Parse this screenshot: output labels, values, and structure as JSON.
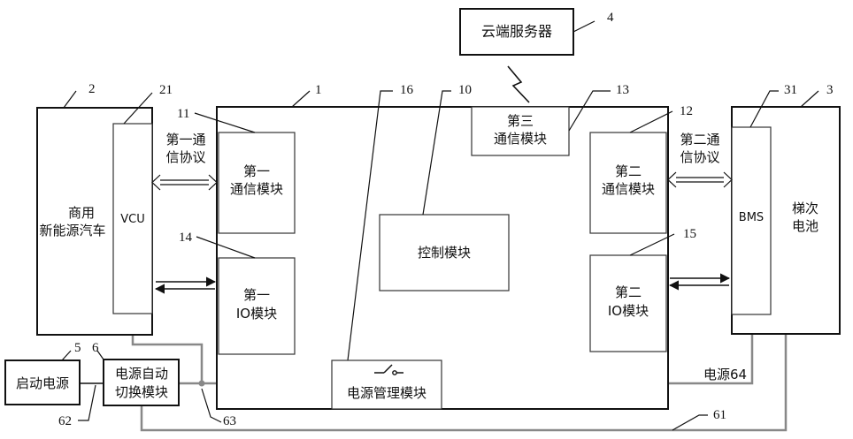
{
  "cloud_server": {
    "label": "云端服务器",
    "num": "4"
  },
  "vehicle": {
    "line1": "商用",
    "line2": "新能源汽车",
    "num": "2"
  },
  "vcu": {
    "label": "VCU",
    "num": "21"
  },
  "main_unit": {
    "num": "1"
  },
  "comm1": {
    "line1": "第一",
    "line2": "通信模块",
    "num": "11"
  },
  "io1": {
    "line1": "第一",
    "line2": "IO模块",
    "num": "14"
  },
  "comm3": {
    "line1": "第三",
    "line2": "通信模块",
    "num": "13"
  },
  "control": {
    "label": "控制模块",
    "num": "10"
  },
  "comm2": {
    "line1": "第二",
    "line2": "通信模块",
    "num": "12"
  },
  "io2": {
    "line1": "第二",
    "line2": "IO模块",
    "num": "15"
  },
  "power_mgmt": {
    "label": "电源管理模块",
    "num": "16"
  },
  "battery": {
    "line1": "梯次",
    "line2": "电池",
    "num": "3"
  },
  "bms": {
    "label": "BMS",
    "num": "31"
  },
  "start_power": {
    "label": "启动电源",
    "num": "5"
  },
  "auto_switch": {
    "line1": "电源自动",
    "line2": "切换模块",
    "num": "6"
  },
  "protocol1": {
    "line1": "第一通",
    "line2": "信协议"
  },
  "protocol2": {
    "line1": "第二通",
    "line2": "信协议"
  },
  "power_label": "电源64",
  "line_nums": {
    "n61": "61",
    "n62": "62",
    "n63": "63"
  }
}
